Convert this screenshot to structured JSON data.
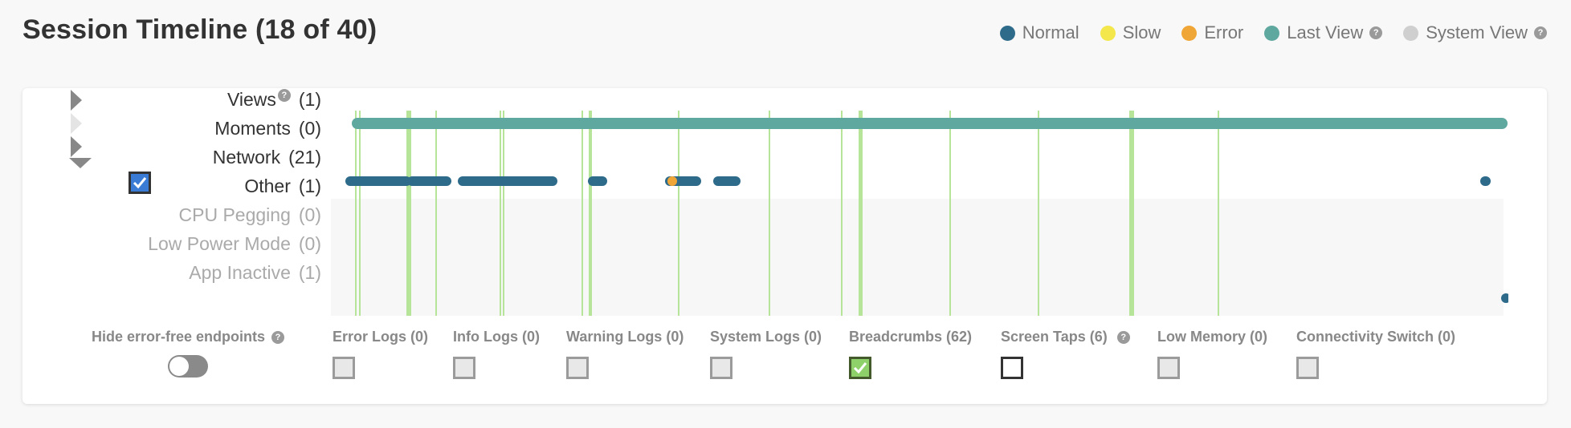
{
  "header": {
    "title": "Session Timeline (18 of 40)"
  },
  "legend": [
    {
      "label": "Normal",
      "color": "#2e6b8a",
      "help": false
    },
    {
      "label": "Slow",
      "color": "#f3e74b",
      "help": false
    },
    {
      "label": "Error",
      "color": "#f0a636",
      "help": false
    },
    {
      "label": "Last View",
      "color": "#5fa8a0",
      "help": true
    },
    {
      "label": "System View",
      "color": "#cfcfcf",
      "help": true
    }
  ],
  "rows": {
    "views": {
      "name": "Views",
      "count": "(1)"
    },
    "moments": {
      "name": "Moments",
      "count": "(0)"
    },
    "network": {
      "name": "Network",
      "count": "(21)"
    },
    "other": {
      "name": "Other",
      "count": "(1)"
    },
    "cpu": {
      "name": "CPU Pegging",
      "count": "(0)"
    },
    "lowpower": {
      "name": "Low Power Mode",
      "count": "(0)"
    },
    "inactive": {
      "name": "App Inactive",
      "count": "(1)"
    }
  },
  "footer": {
    "toggle_label": "Hide error-free endpoints",
    "filters": [
      {
        "label": "Error Logs (0)",
        "state": "empty"
      },
      {
        "label": "Info Logs (0)",
        "state": "empty"
      },
      {
        "label": "Warning Logs (0)",
        "state": "empty"
      },
      {
        "label": "System Logs (0)",
        "state": "empty"
      },
      {
        "label": "Breadcrumbs (62)",
        "state": "checked"
      },
      {
        "label": "Screen Taps (6)",
        "state": "dark"
      },
      {
        "label": "Low Memory (0)",
        "state": "empty"
      },
      {
        "label": "Connectivity Switch (0)",
        "state": "empty"
      }
    ],
    "help_mark": "?"
  },
  "colors": {
    "normal": "#2e6b8a",
    "error": "#f0a636",
    "last_view": "#5fa8a0",
    "breadcrumb_line": "#b6e59a",
    "checkbox_blue": "#3a7bd5"
  }
}
